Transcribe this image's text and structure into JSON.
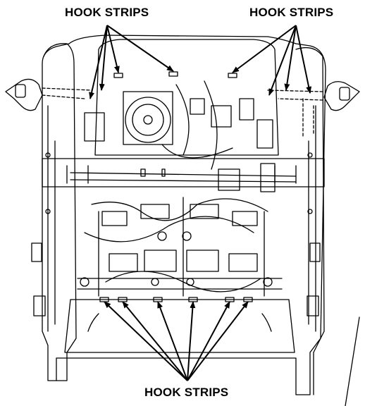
{
  "labels": {
    "top_left": "HOOK STRIPS",
    "top_right": "HOOK STRIPS",
    "bottom": "HOOK STRIPS"
  },
  "colors": {
    "line": "#000000",
    "background": "#ffffff"
  }
}
